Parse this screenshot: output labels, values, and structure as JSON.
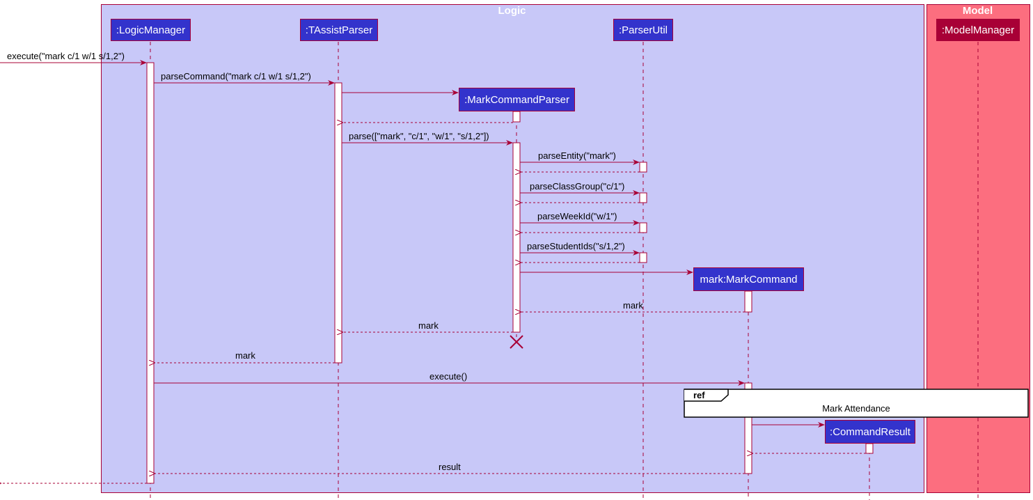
{
  "groups": {
    "logic": "Logic",
    "model": "Model"
  },
  "participants": {
    "logic_manager": ":LogicManager",
    "tassist_parser": ":TAssistParser",
    "parser_util": ":ParserUtil",
    "model_manager": ":ModelManager",
    "mark_command_parser": ":MarkCommandParser",
    "mark_command": "mark:MarkCommand",
    "command_result": ":CommandResult"
  },
  "messages": {
    "execute_mark": "execute(\"mark c/1 w/1 s/1,2\")",
    "parse_command": "parseCommand(\"mark c/1 w/1 s/1,2\")",
    "parse_args": "parse([\"mark\", \"c/1\", \"w/1\", \"s/1,2\"])",
    "parse_entity": "parseEntity(\"mark\")",
    "parse_class_group": "parseClassGroup(\"c/1\")",
    "parse_week_id": "parseWeekId(\"w/1\")",
    "parse_student_ids": "parseStudentIds(\"s/1,2\")",
    "return_mark_1": "mark",
    "return_mark_2": "mark",
    "return_mark_3": "mark",
    "execute": "execute()",
    "result": "result"
  },
  "ref": {
    "tag": "ref",
    "label": "Mark Attendance"
  },
  "colors": {
    "logic_bg": "#c8c8f8",
    "model_bg": "#fc6e7f",
    "participant_bg": "#3333cc",
    "model_participant_bg": "#a80036",
    "line": "#a80036"
  }
}
